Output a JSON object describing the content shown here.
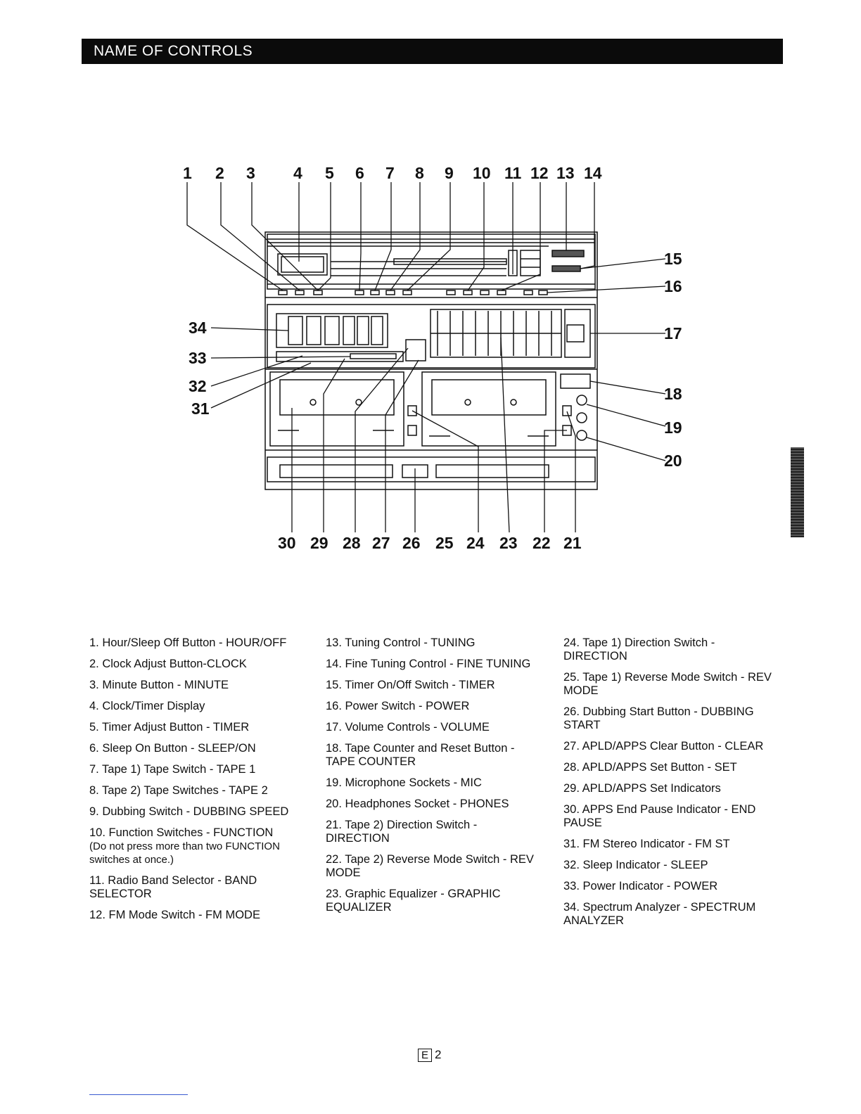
{
  "header": {
    "title": "NAME OF CONTROLS"
  },
  "diagram": {
    "top_labels": [
      "1",
      "2",
      "3",
      "4",
      "5",
      "6",
      "7",
      "8",
      "9",
      "10",
      "11",
      "12",
      "13",
      "14"
    ],
    "right_labels": [
      "15",
      "16",
      "17",
      "18",
      "19",
      "20"
    ],
    "bottom_labels": [
      "30",
      "29",
      "28",
      "27",
      "26",
      "25",
      "24",
      "23",
      "22",
      "21"
    ],
    "left_labels": [
      "34",
      "33",
      "32",
      "31"
    ]
  },
  "controls": {
    "col1": [
      "1. Hour/Sleep Off Button - HOUR/OFF",
      "2. Clock Adjust Button-CLOCK",
      "3. Minute Button - MINUTE",
      "4. Clock/Timer Display",
      "5. Timer Adjust Button - TIMER",
      "6. Sleep On Button - SLEEP/ON",
      "7. Tape 1) Tape Switch - TAPE 1",
      "8. Tape 2) Tape Switches - TAPE 2",
      "9. Dubbing Switch - DUBBING SPEED",
      "10. Function Switches - FUNCTION",
      "11. Radio Band Selector - BAND SELECTOR",
      "12. FM Mode Switch - FM MODE"
    ],
    "function_note": "(Do not press more than two FUNCTION switches at once.)",
    "col2": [
      "13. Tuning Control - TUNING",
      "14. Fine Tuning Control - FINE TUNING",
      "15. Timer On/Off Switch - TIMER",
      "16. Power Switch - POWER",
      "17. Volume Controls - VOLUME",
      "18. Tape Counter and Reset Button - TAPE COUNTER",
      "19. Microphone Sockets - MIC",
      "20. Headphones Socket - PHONES",
      "21. Tape 2) Direction Switch - DIRECTION",
      "22. Tape 2) Reverse Mode Switch - REV MODE",
      "23. Graphic Equalizer - GRAPHIC EQUALIZER"
    ],
    "col3": [
      "24. Tape 1) Direction Switch - DIRECTION",
      "25. Tape 1) Reverse Mode Switch - REV MODE",
      "26. Dubbing Start Button - DUBBING START",
      "27. APLD/APPS Clear Button - CLEAR",
      "28. APLD/APPS Set Button - SET",
      "29. APLD/APPS Set Indicators",
      "30. APPS End Pause Indicator - END PAUSE",
      "31. FM Stereo Indicator - FM ST",
      "32. Sleep Indicator - SLEEP",
      "33. Power Indicator - POWER",
      "34. Spectrum Analyzer - SPECTRUM ANALYZER"
    ]
  },
  "footer": {
    "page_box": "E",
    "page_number": "2"
  }
}
